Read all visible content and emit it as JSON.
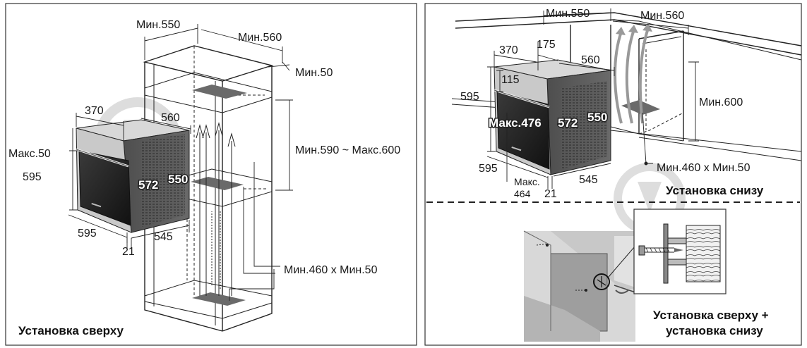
{
  "left_panel": {
    "caption": "Установка сверху",
    "labels": {
      "min550": "Мин.550",
      "min560": "Мин.560",
      "min50": "Мин.50",
      "range": "Мин.590 ~ Макс.600",
      "max50": "Макс.50",
      "d370": "370",
      "d560": "560",
      "d595_h": "595",
      "d595_w": "595",
      "d545": "545",
      "d21": "21",
      "d572": "572",
      "d550": "550",
      "vent": "Мин.460 x Мин.50"
    }
  },
  "right_top_panel": {
    "caption": "Установка снизу",
    "labels": {
      "min550": "Мин.550",
      "min560": "Мин.560",
      "d370": "370",
      "d175": "175",
      "d560": "560",
      "d115": "115",
      "d595_h": "595",
      "max476": "Макс.476",
      "d572": "572",
      "d550": "550",
      "min600": "Мин.600",
      "vent": "Мин.460 x Мин.50",
      "d595_w": "595",
      "max464_a": "Макс.",
      "max464_b": "464",
      "d21": "21",
      "d545": "545"
    }
  },
  "right_bottom_panel": {
    "caption_line1": "Установка сверху +",
    "caption_line2": "установка снизу"
  }
}
